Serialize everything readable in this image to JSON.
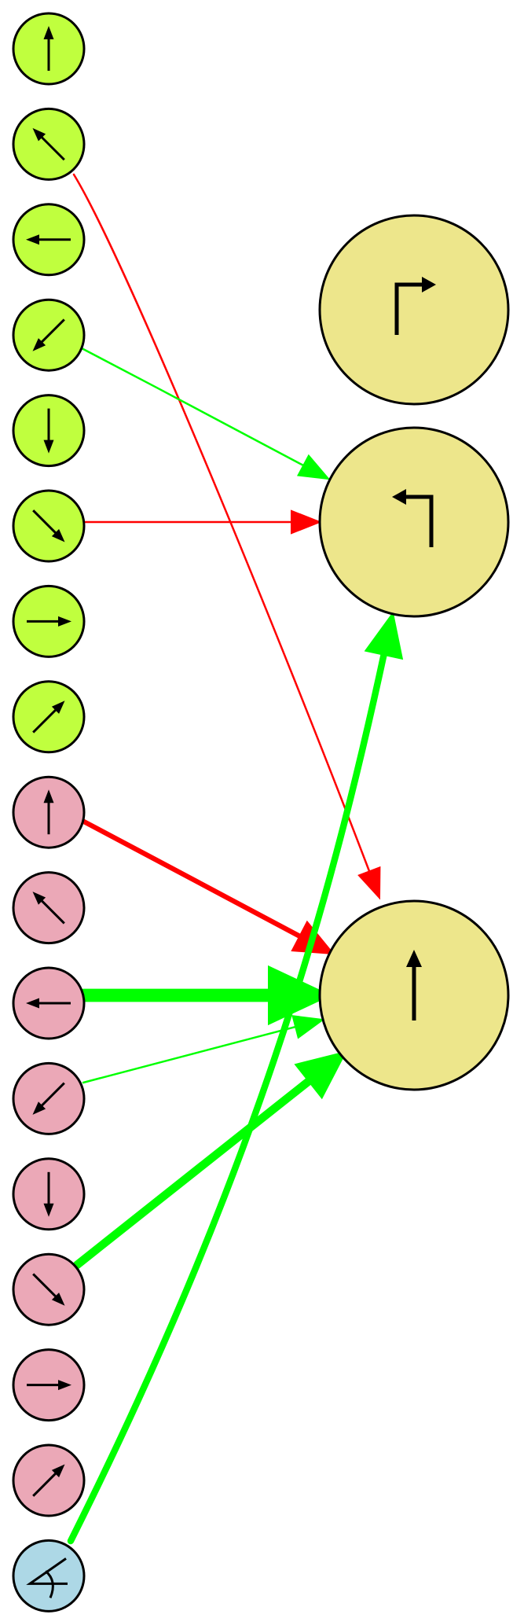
{
  "colors": {
    "lime_node": "#c0ff3e",
    "pink_node": "#eba8b7",
    "blue_node": "#add8e6",
    "target_node": "#ede68b",
    "edge_green": "#00ff00",
    "edge_red": "#ff0000"
  },
  "left_nodes": [
    {
      "id": "g0",
      "group": "lime",
      "icon": "arrow-up-icon"
    },
    {
      "id": "g1",
      "group": "lime",
      "icon": "arrow-up-left-icon"
    },
    {
      "id": "g2",
      "group": "lime",
      "icon": "arrow-left-icon"
    },
    {
      "id": "g3",
      "group": "lime",
      "icon": "arrow-down-left-icon"
    },
    {
      "id": "g4",
      "group": "lime",
      "icon": "arrow-down-icon"
    },
    {
      "id": "g5",
      "group": "lime",
      "icon": "arrow-down-right-icon"
    },
    {
      "id": "g6",
      "group": "lime",
      "icon": "arrow-right-icon"
    },
    {
      "id": "g7",
      "group": "lime",
      "icon": "arrow-up-right-icon"
    },
    {
      "id": "p0",
      "group": "pink",
      "icon": "arrow-up-icon"
    },
    {
      "id": "p1",
      "group": "pink",
      "icon": "arrow-up-left-icon"
    },
    {
      "id": "p2",
      "group": "pink",
      "icon": "arrow-left-icon"
    },
    {
      "id": "p3",
      "group": "pink",
      "icon": "arrow-down-left-icon"
    },
    {
      "id": "p4",
      "group": "pink",
      "icon": "arrow-down-icon"
    },
    {
      "id": "p5",
      "group": "pink",
      "icon": "arrow-down-right-icon"
    },
    {
      "id": "p6",
      "group": "pink",
      "icon": "arrow-right-icon"
    },
    {
      "id": "p7",
      "group": "pink",
      "icon": "arrow-up-right-icon"
    },
    {
      "id": "b0",
      "group": "blue",
      "icon": "angle-symbol-icon"
    }
  ],
  "target_nodes": [
    {
      "id": "t_right",
      "icon": "turn-right-icon"
    },
    {
      "id": "t_left",
      "icon": "turn-left-icon"
    },
    {
      "id": "t_straight",
      "icon": "straight-up-icon"
    }
  ],
  "edges": [
    {
      "from": "g1",
      "to": "t_straight",
      "color": "red",
      "weight": 1
    },
    {
      "from": "g3",
      "to": "t_left",
      "color": "green",
      "weight": 1
    },
    {
      "from": "g5",
      "to": "t_left",
      "color": "red",
      "weight": 1
    },
    {
      "from": "p0",
      "to": "t_straight",
      "color": "red",
      "weight": 3
    },
    {
      "from": "p2",
      "to": "t_straight",
      "color": "green",
      "weight": 8
    },
    {
      "from": "p3",
      "to": "t_straight",
      "color": "green",
      "weight": 1
    },
    {
      "from": "p5",
      "to": "t_straight",
      "color": "green",
      "weight": 5
    },
    {
      "from": "b0",
      "to": "t_left",
      "color": "green",
      "weight": 4
    }
  ]
}
